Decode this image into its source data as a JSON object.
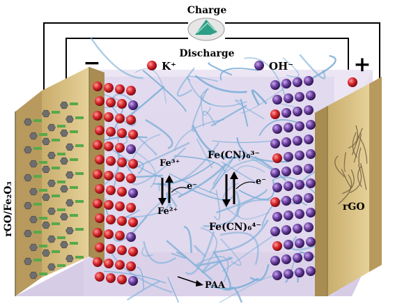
{
  "labels": {
    "charge": "Charge",
    "discharge": "Discharge",
    "minus": "−",
    "plus": "+",
    "k_ion": "K⁺",
    "oh_ion": "OH⁻",
    "left_electrode": "rGO/Fe₂O₃",
    "right_electrode": "rGO",
    "fe3": "Fe³⁺",
    "fe2": "Fe²⁺",
    "electron_left": "e⁻",
    "fecn_top": "Fe(CN)₆³⁻",
    "fecn_bottom": "Fe(CN)₆⁴⁻",
    "electron_right": "e⁻",
    "paa": "PAA"
  },
  "colors": {
    "k_ion": "#d7262b",
    "oh_ion": "#6b3f9f",
    "electrode": "#d9bf82",
    "electrolyte": "#dcd4ec",
    "fibers": "#7fb0d8",
    "green_rGO": "#58a84a",
    "fe2o3_hex": "#6e6e6e",
    "wire": "#000000"
  },
  "icons": [
    "battery-switch-icon",
    "k-ion-sphere",
    "oh-ion-sphere",
    "redox-arrows"
  ]
}
